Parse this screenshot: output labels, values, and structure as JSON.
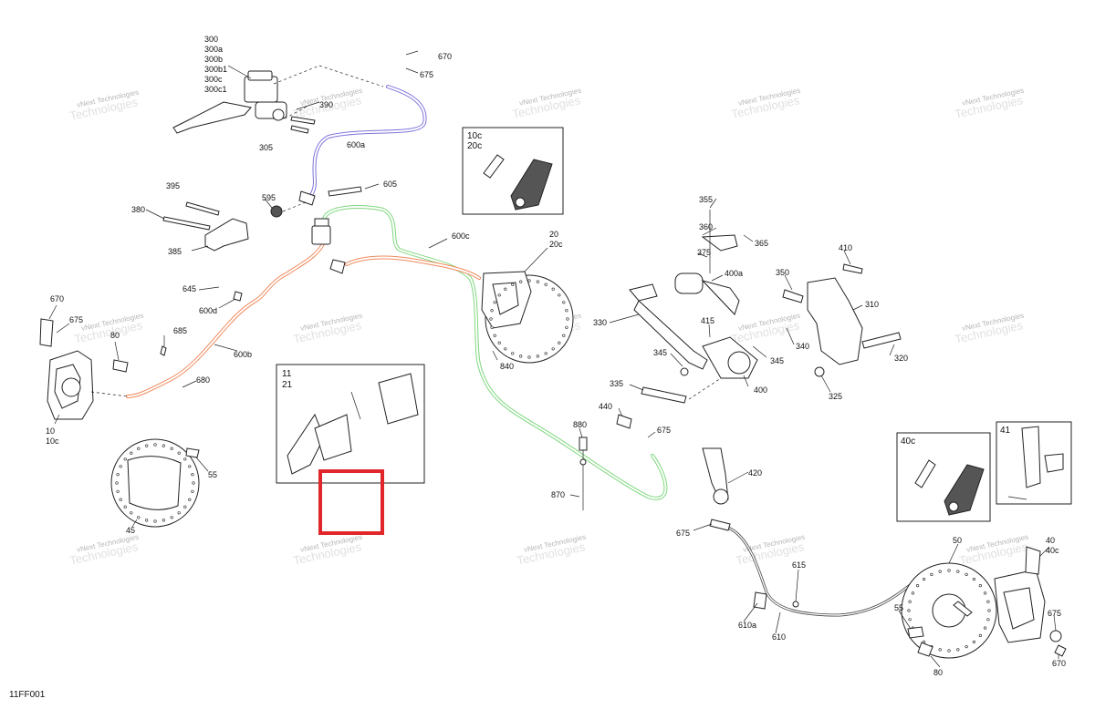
{
  "figure_code": "11FF001",
  "watermark": {
    "line1": "vNext Technologies",
    "line2": "Technologies"
  },
  "callouts": [
    {
      "id": "c300",
      "text": "300"
    },
    {
      "id": "c300a",
      "text": "300a"
    },
    {
      "id": "c300b",
      "text": "300b"
    },
    {
      "id": "c300b1",
      "text": "300b1"
    },
    {
      "id": "c300c",
      "text": "300c"
    },
    {
      "id": "c300c1",
      "text": "300c1"
    },
    {
      "id": "c390",
      "text": "390"
    },
    {
      "id": "c305",
      "text": "305"
    },
    {
      "id": "c600a",
      "text": "600a"
    },
    {
      "id": "c670a",
      "text": "670"
    },
    {
      "id": "c675a",
      "text": "675"
    },
    {
      "id": "c605",
      "text": "605"
    },
    {
      "id": "c595",
      "text": "595"
    },
    {
      "id": "c395",
      "text": "395"
    },
    {
      "id": "c380",
      "text": "380"
    },
    {
      "id": "c385",
      "text": "385"
    },
    {
      "id": "c600c",
      "text": "600c"
    },
    {
      "id": "c20",
      "text": "20"
    },
    {
      "id": "c20c",
      "text": "20c"
    },
    {
      "id": "c645",
      "text": "645"
    },
    {
      "id": "c600d",
      "text": "600d"
    },
    {
      "id": "c670b",
      "text": "670"
    },
    {
      "id": "c675b",
      "text": "675"
    },
    {
      "id": "c80a",
      "text": "80"
    },
    {
      "id": "c685",
      "text": "685"
    },
    {
      "id": "c600b",
      "text": "600b"
    },
    {
      "id": "c680",
      "text": "680"
    },
    {
      "id": "c10",
      "text": "10"
    },
    {
      "id": "c10c",
      "text": "10c"
    },
    {
      "id": "c840",
      "text": "840"
    },
    {
      "id": "c330",
      "text": "330"
    },
    {
      "id": "c355",
      "text": "355"
    },
    {
      "id": "c360",
      "text": "360"
    },
    {
      "id": "c365",
      "text": "365"
    },
    {
      "id": "c375",
      "text": "375"
    },
    {
      "id": "c400a",
      "text": "400a"
    },
    {
      "id": "c350",
      "text": "350"
    },
    {
      "id": "c410",
      "text": "410"
    },
    {
      "id": "c310",
      "text": "310"
    },
    {
      "id": "c415",
      "text": "415"
    },
    {
      "id": "c340",
      "text": "340"
    },
    {
      "id": "c345a",
      "text": "345"
    },
    {
      "id": "c345b",
      "text": "345"
    },
    {
      "id": "c320",
      "text": "320"
    },
    {
      "id": "c335",
      "text": "335"
    },
    {
      "id": "c400",
      "text": "400"
    },
    {
      "id": "c325",
      "text": "325"
    },
    {
      "id": "c440",
      "text": "440"
    },
    {
      "id": "c880",
      "text": "880"
    },
    {
      "id": "c675c",
      "text": "675"
    },
    {
      "id": "c870",
      "text": "870"
    },
    {
      "id": "c55a",
      "text": "55"
    },
    {
      "id": "c45",
      "text": "45"
    },
    {
      "id": "c420",
      "text": "420"
    },
    {
      "id": "c675d",
      "text": "675"
    },
    {
      "id": "c615",
      "text": "615"
    },
    {
      "id": "c610a",
      "text": "610a"
    },
    {
      "id": "c610",
      "text": "610"
    },
    {
      "id": "c55b",
      "text": "55"
    },
    {
      "id": "c50",
      "text": "50"
    },
    {
      "id": "c40",
      "text": "40"
    },
    {
      "id": "c40c",
      "text": "40c"
    },
    {
      "id": "c675e",
      "text": "675"
    },
    {
      "id": "c80b",
      "text": "80"
    },
    {
      "id": "c670c",
      "text": "670"
    }
  ],
  "insets": {
    "bleeder_front": {
      "line1": "10c",
      "line2": "20c"
    },
    "pads_front": {
      "line1": "11",
      "line2": "21"
    },
    "bleeder_rear": {
      "line1": "40c"
    },
    "pads_rear": {
      "line1": "41"
    }
  },
  "colors": {
    "line_600a": "#7d74d8",
    "line_600b": "#f08a5d",
    "line_600c": "#7fd77f",
    "highlight_box": "#e0262a"
  }
}
